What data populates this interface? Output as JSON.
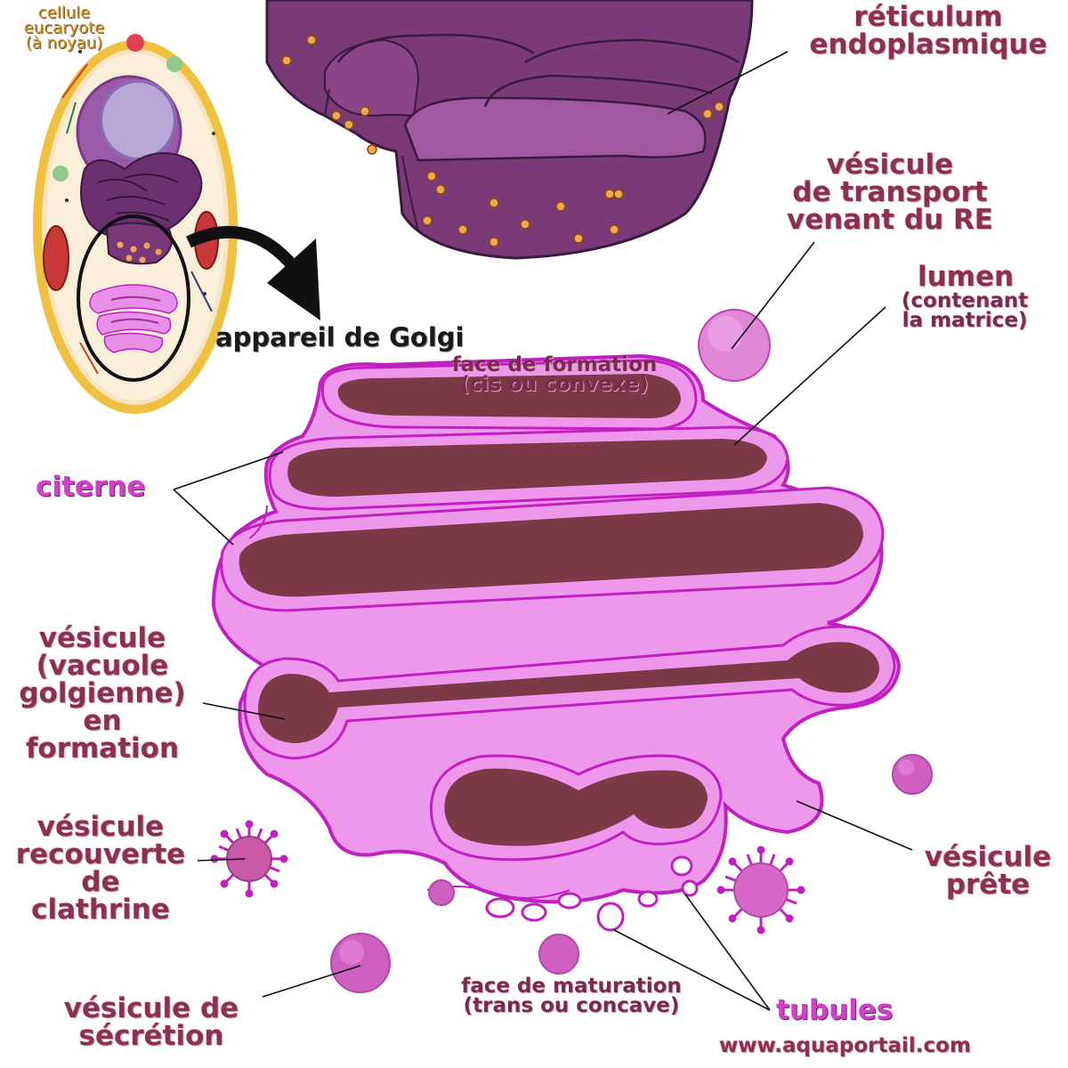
{
  "labels": {
    "cell": [
      "cellule",
      "eucaryote",
      "(à noyau)"
    ],
    "golgi_title": "appareil de Golgi",
    "reticulum": [
      "réticulum",
      "endoplasmique"
    ],
    "transport_vesicle": [
      "vésicule",
      "de transport",
      "venant du RE"
    ],
    "lumen": "lumen",
    "lumen_note": [
      "(contenant",
      "la matrice)"
    ],
    "face_formation": [
      "face de formation",
      "(cis ou convexe)"
    ],
    "citerne": "citerne",
    "forming_vesicle": [
      "vésicule",
      "(vacuole",
      "golgienne)",
      "en",
      "formation"
    ],
    "clathrin_vesicle": [
      "vésicule",
      "recouverte",
      "de",
      "clathrine"
    ],
    "ready_vesicle": [
      "vésicule",
      "prête"
    ],
    "secretion_vesicle": [
      "vésicule de",
      "sécrétion"
    ],
    "face_maturation": [
      "face de maturation",
      "(trans ou concave)"
    ],
    "tubules": "tubules",
    "website": "www.aquaportail.com"
  },
  "colors": {
    "golgi_membrane": "#ee98ec",
    "golgi_outline": "#c020c0",
    "lumen_fill": "#7a3a48",
    "reticulum_fill": "#7a3a78",
    "reticulum_dark": "#5a2858",
    "granule": "#f0a850",
    "cell_outline": "#f0c040",
    "cell_fill": "#f8e8c8",
    "label_maroon": "#8c3050",
    "label_pink": "#d040c8"
  }
}
